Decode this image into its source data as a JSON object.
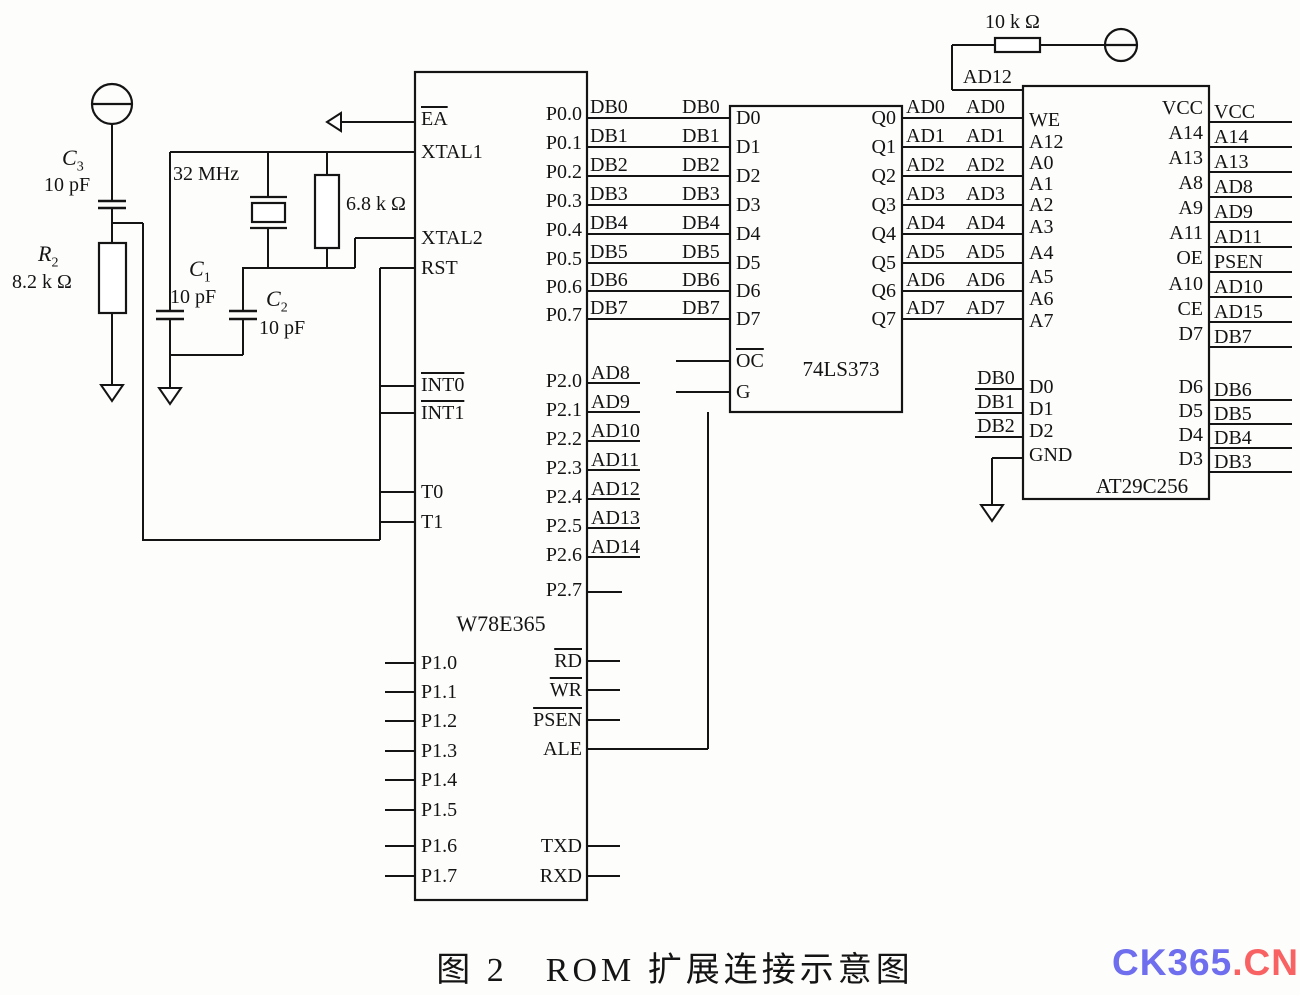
{
  "mcu": {
    "name": "W78E365",
    "pins": {
      "ea": "EA",
      "xtal1": "XTAL1",
      "xtal2": "XTAL2",
      "rst": "RST",
      "int0": "INT0",
      "int1": "INT1",
      "t0": "T0",
      "t1": "T1",
      "p0": [
        "P0.0",
        "P0.1",
        "P0.2",
        "P0.3",
        "P0.4",
        "P0.5",
        "P0.6",
        "P0.7"
      ],
      "p1": [
        "P1.0",
        "P1.1",
        "P1.2",
        "P1.3",
        "P1.4",
        "P1.5",
        "P1.6",
        "P1.7"
      ],
      "p2": [
        "P2.0",
        "P2.1",
        "P2.2",
        "P2.3",
        "P2.4",
        "P2.5",
        "P2.6",
        "P2.7"
      ],
      "rd": "RD",
      "wr": "WR",
      "psen": "PSEN",
      "ale": "ALE",
      "txd": "TXD",
      "rxd": "RXD"
    }
  },
  "latch": {
    "name": "74LS373",
    "pins": {
      "d": [
        "D0",
        "D1",
        "D2",
        "D3",
        "D4",
        "D5",
        "D6",
        "D7"
      ],
      "q": [
        "Q0",
        "Q1",
        "Q2",
        "Q3",
        "Q4",
        "Q5",
        "Q6",
        "Q7"
      ],
      "oc": "OC",
      "g": "G"
    }
  },
  "rom": {
    "name": "AT29C256",
    "pins": {
      "left": [
        "WE",
        "A12",
        "A0",
        "A1",
        "A2",
        "A3",
        "A4",
        "A5",
        "A6",
        "A7",
        "D0",
        "D1",
        "D2",
        "GND"
      ],
      "right": [
        "VCC",
        "A14",
        "A13",
        "A8",
        "A9",
        "A11",
        "OE",
        "A10",
        "CE",
        "D7",
        "D6",
        "D5",
        "D4",
        "D3"
      ]
    }
  },
  "nets": {
    "db": [
      "DB0",
      "DB1",
      "DB2",
      "DB3",
      "DB4",
      "DB5",
      "DB6",
      "DB7"
    ],
    "ad": [
      "AD0",
      "AD1",
      "AD2",
      "AD3",
      "AD4",
      "AD5",
      "AD6",
      "AD7"
    ],
    "p2_ad": [
      "AD8",
      "AD9",
      "AD10",
      "AD11",
      "AD12",
      "AD13",
      "AD14"
    ],
    "rom_data_db": [
      "DB0",
      "DB1",
      "DB2"
    ],
    "rom_right": [
      "VCC",
      "A14",
      "A13",
      "AD8",
      "AD9",
      "AD11",
      "PSEN",
      "AD10",
      "AD15",
      "DB7",
      "DB6",
      "DB5",
      "DB4",
      "DB3"
    ],
    "we_net": "AD12"
  },
  "components": {
    "c3": {
      "ref": "C",
      "sub": "3",
      "value": "10 pF"
    },
    "r2": {
      "ref": "R",
      "sub": "2",
      "value": "8.2 k Ω"
    },
    "crystal": {
      "value": "32 MHz"
    },
    "r_xtal": {
      "value": "6.8 k Ω"
    },
    "c1": {
      "ref": "C",
      "sub": "1",
      "value": "10 pF"
    },
    "c2": {
      "ref": "C",
      "sub": "2",
      "value": "10 pF"
    },
    "r_we": {
      "value": "10 k Ω"
    }
  },
  "caption": "图 2　ROM 扩展连接示意图",
  "watermark": {
    "blue_text": "CK365",
    "red_text": ".CN",
    "blue_color": "#6e6eee",
    "red_color": "#f96262"
  }
}
